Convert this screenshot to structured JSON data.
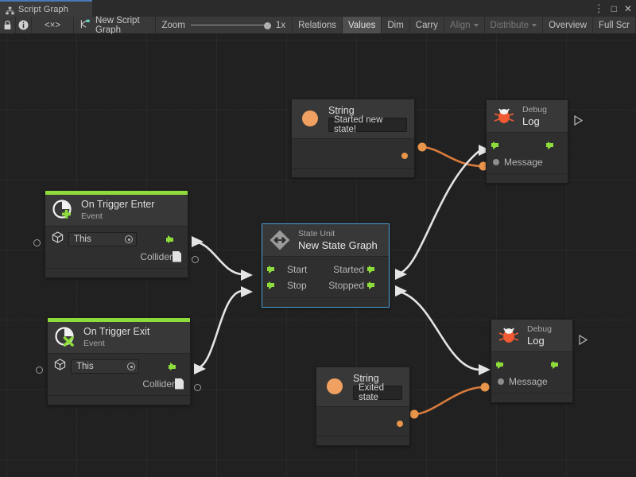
{
  "window": {
    "tab_title": "Script Graph",
    "tab_icon": "script-graph-icon",
    "buttons": [
      {
        "name": "kebab-menu",
        "glyph": "⋮"
      },
      {
        "name": "maximize",
        "glyph": "□"
      },
      {
        "name": "close",
        "glyph": "✕"
      }
    ]
  },
  "toolbar": {
    "lock_icon": "lock-icon",
    "info_icon": "info-icon",
    "code_label": "<×>",
    "graph_name": "New Script Graph",
    "graph_icon": "graph-node-icon",
    "zoom_label": "Zoom",
    "zoom_value": "1x",
    "zoom_percent": 100,
    "items": [
      {
        "label": "Relations",
        "state": "normal"
      },
      {
        "label": "Values",
        "state": "active"
      },
      {
        "label": "Dim",
        "state": "normal"
      },
      {
        "label": "Carry",
        "state": "normal"
      },
      {
        "label": "Align",
        "state": "disabled",
        "dropdown": true
      },
      {
        "label": "Distribute",
        "state": "disabled",
        "dropdown": true
      },
      {
        "label": "Overview",
        "state": "normal"
      },
      {
        "label": "Full Scr",
        "state": "normal"
      }
    ]
  },
  "colors": {
    "accent_blue": "#4a78b8",
    "event_green": "#8ddc3c",
    "flow_green": "#8ddc3c",
    "string_orange": "#e8954a",
    "debug_red": "#ef5a32",
    "selection": "#4a9fd4",
    "canvas_bg": "#212121",
    "node_bg": "#2f2f2f",
    "node_header_bg": "#383838"
  },
  "nodes": {
    "string_top": {
      "type": "String",
      "value": "Started new state!",
      "icon": "string-orange-dot-icon",
      "output_port": "value-output"
    },
    "debug_log_top": {
      "type": "Debug",
      "name": "Log",
      "icon": "debug-bug-icon",
      "input_flow": "flow-in",
      "output_flow": "flow-out",
      "message_label": "Message"
    },
    "on_trigger_enter": {
      "type": "On Trigger Enter",
      "subtitle": "Event",
      "icon": "event-add-icon",
      "target_value": "This",
      "target_icon": "gameobject-cube-icon",
      "collider_label": "Collider",
      "collider_icon": "collider-doc-icon"
    },
    "state_unit": {
      "type": "State Unit",
      "name": "New  State  Graph",
      "icon": "state-unit-icon",
      "selected": true,
      "inputs": [
        "Start",
        "Stop"
      ],
      "outputs": [
        "Started",
        "Stopped"
      ]
    },
    "on_trigger_exit": {
      "type": "On Trigger Exit",
      "subtitle": "Event",
      "icon": "event-remove-icon",
      "target_value": "This",
      "target_icon": "gameobject-cube-icon",
      "collider_label": "Collider",
      "collider_icon": "collider-doc-icon"
    },
    "string_bottom": {
      "type": "String",
      "value": "Exited state",
      "icon": "string-orange-dot-icon",
      "output_port": "value-output"
    },
    "debug_log_bottom": {
      "type": "Debug",
      "name": "Log",
      "icon": "debug-bug-icon",
      "input_flow": "flow-in",
      "output_flow": "flow-out",
      "message_label": "Message"
    }
  }
}
